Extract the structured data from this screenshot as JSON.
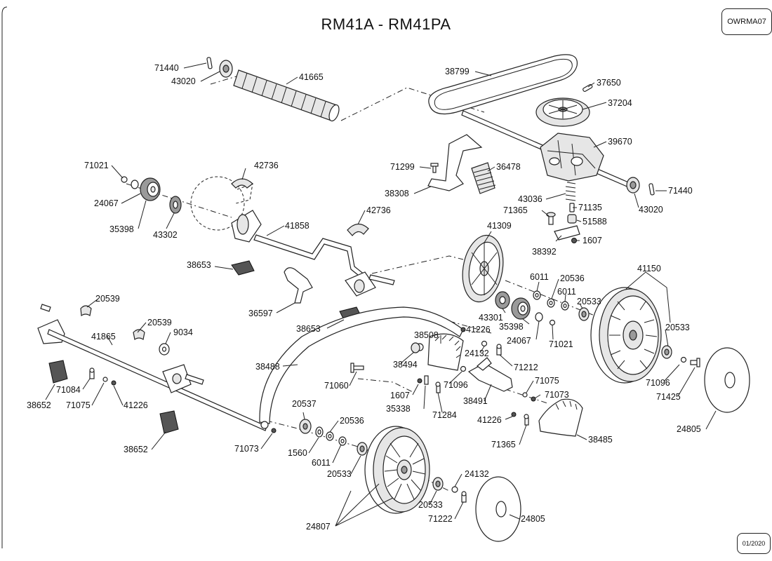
{
  "header": {
    "title": "RM41A - RM41PA",
    "code": "OWRMA07",
    "date": "01/2020"
  },
  "labels": {
    "p71440a": "71440",
    "p43020a": "43020",
    "p41665": "41665",
    "p38799": "38799",
    "p37650": "37650",
    "p37204": "37204",
    "p39670": "39670",
    "p71021a": "71021",
    "p42736a": "42736",
    "p24067a": "24067",
    "p35398a": "35398",
    "p43302": "43302",
    "p71299": "71299",
    "p36478": "36478",
    "p38308": "38308",
    "p71440b": "71440",
    "p43036": "43036",
    "p71135": "71135",
    "p43020b": "43020",
    "p71365a": "71365",
    "p51588": "51588",
    "p42736b": "42736",
    "p41858": "41858",
    "p41309": "41309",
    "p38392": "38392",
    "p1607a": "1607",
    "p38653a": "38653",
    "p41150": "41150",
    "p6011a": "6011",
    "p20536a": "20536",
    "p6011b": "6011",
    "p20533a": "20533",
    "p20539a": "20539",
    "p36597": "36597",
    "p43301": "43301",
    "p35398b": "35398",
    "p24067b": "24067",
    "p71021b": "71021",
    "p20533b": "20533",
    "p38653b": "38653",
    "p41226a": "41226",
    "p38508": "38508",
    "p24132a": "24132",
    "p20539b": "20539",
    "p9034": "9034",
    "p41865": "41865",
    "p38494": "38494",
    "p71212": "71212",
    "p38488": "38488",
    "p71096a": "71096",
    "p71096b": "71096",
    "p71425": "71425",
    "p71060": "71060",
    "p38491": "38491",
    "p71075a": "71075",
    "p71073a": "71073",
    "p1607b": "1607",
    "p38652a": "38652",
    "p71084": "71084",
    "p71075b": "71075",
    "p41226b": "41226",
    "p20537": "20537",
    "p35338": "35338",
    "p71284": "71284",
    "p24805a": "24805",
    "p41226c": "41226",
    "p20536b": "20536",
    "p38485": "38485",
    "p71365b": "71365",
    "p38652b": "38652",
    "p71073b": "71073",
    "p1560": "1560",
    "p6011c": "6011",
    "p20533c": "20533",
    "p24132b": "24132",
    "p20533d": "20533",
    "p71222": "71222",
    "p24805b": "24805",
    "p24807": "24807"
  }
}
